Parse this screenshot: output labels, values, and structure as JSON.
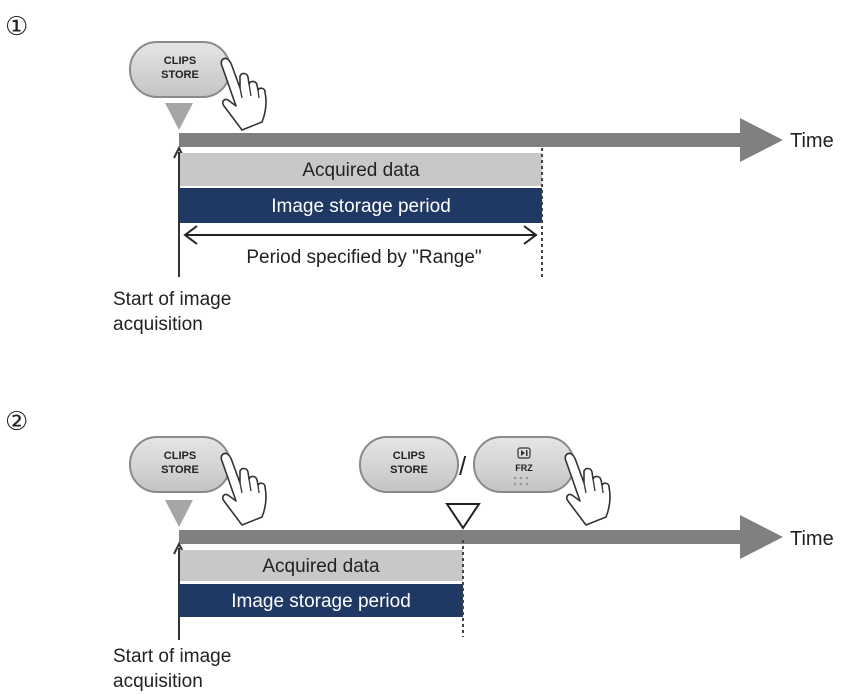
{
  "steps": [
    {
      "marker": "①",
      "buttons": {
        "clips_store": [
          "CLIPS",
          "STORE"
        ]
      },
      "bars": {
        "acquired": "Acquired data",
        "storage": "Image storage period"
      },
      "range_label": "Period specified by \"Range\"",
      "time_label": "Time",
      "start_label": [
        "Start of image",
        "acquisition"
      ]
    },
    {
      "marker": "②",
      "buttons": {
        "clips_store": [
          "CLIPS",
          "STORE"
        ],
        "clips_store_2": [
          "CLIPS",
          "STORE"
        ],
        "separator": "/",
        "frz_label": "FRZ"
      },
      "bars": {
        "acquired": "Acquired data",
        "storage": "Image storage period"
      },
      "time_label": "Time",
      "start_label": [
        "Start of image",
        "acquisition"
      ]
    }
  ],
  "colors": {
    "arrow": "#808080",
    "acquired_fill": "#c8c8c8",
    "storage_fill": "#1f3864",
    "button_fill": "#d4d4d4",
    "button_border": "#8a8a8a"
  },
  "icons": [
    "hand-pointer-icon",
    "play-pause-icon"
  ]
}
